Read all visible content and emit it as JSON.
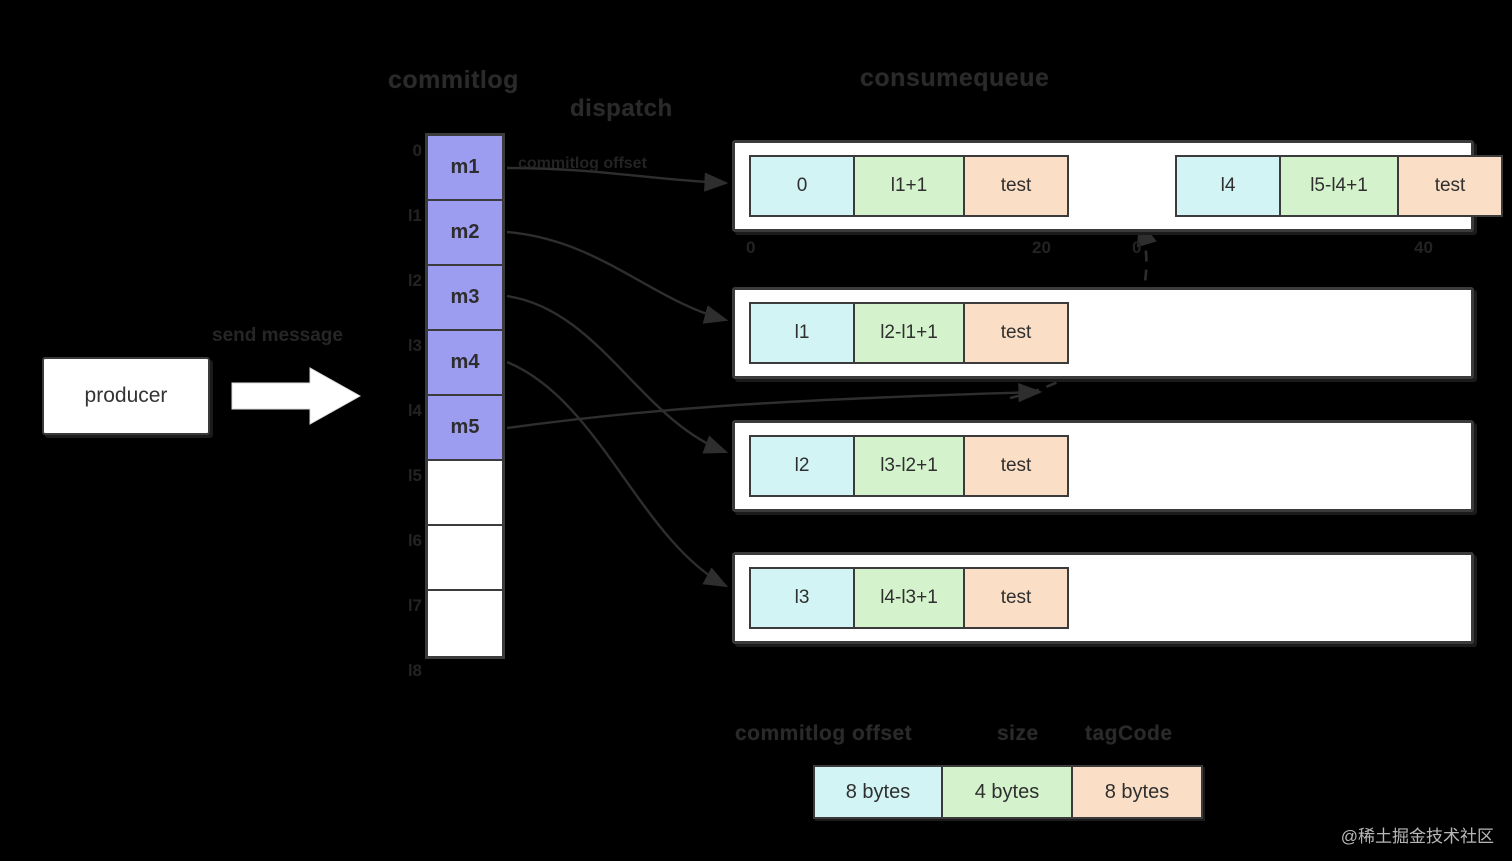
{
  "diagram": {
    "producer": {
      "label": "producer"
    },
    "send_arrow_label": "send message",
    "commitlog": {
      "title": "commitlog",
      "dispatch_label": "dispatch",
      "dispatch_sub_label": "commitlog offset",
      "offsets": [
        "0",
        "l1",
        "l2",
        "l3",
        "l4",
        "l5",
        "l6",
        "l7",
        "l8"
      ],
      "cells": [
        {
          "label": "m1",
          "filled": true
        },
        {
          "label": "m2",
          "filled": true
        },
        {
          "label": "m3",
          "filled": true
        },
        {
          "label": "m4",
          "filled": true
        },
        {
          "label": "m5",
          "filled": true
        },
        {
          "label": "",
          "filled": false
        },
        {
          "label": "",
          "filled": false
        },
        {
          "label": "",
          "filled": false
        }
      ]
    },
    "consumequeue": {
      "title": "consumequeue",
      "ruler_ticks": [
        "0",
        "20",
        "0",
        "40"
      ],
      "rows": [
        {
          "groups": [
            {
              "offset": "0",
              "size": "l1+1",
              "tag": "test"
            },
            {
              "offset": "l4",
              "size": "l5-l4+1",
              "tag": "test"
            }
          ]
        },
        {
          "groups": [
            {
              "offset": "l1",
              "size": "l2-l1+1",
              "tag": "test"
            }
          ]
        },
        {
          "groups": [
            {
              "offset": "l2",
              "size": "l3-l2+1",
              "tag": "test"
            }
          ]
        },
        {
          "groups": [
            {
              "offset": "l3",
              "size": "l4-l3+1",
              "tag": "test"
            }
          ]
        }
      ]
    },
    "legend": {
      "labels": [
        "commitlog offset",
        "size",
        "tagCode"
      ],
      "cells": [
        "8 bytes",
        "4 bytes",
        "8 bytes"
      ]
    },
    "watermark": "@稀土掘金技术社区",
    "colors": {
      "background": "#000000",
      "commitlog_filled": "#9c9cf0",
      "cell_offset": "#d3f4f4",
      "cell_size": "#d4f3cc",
      "cell_tag": "#fadfc6",
      "stroke": "#3b3b3b"
    }
  }
}
